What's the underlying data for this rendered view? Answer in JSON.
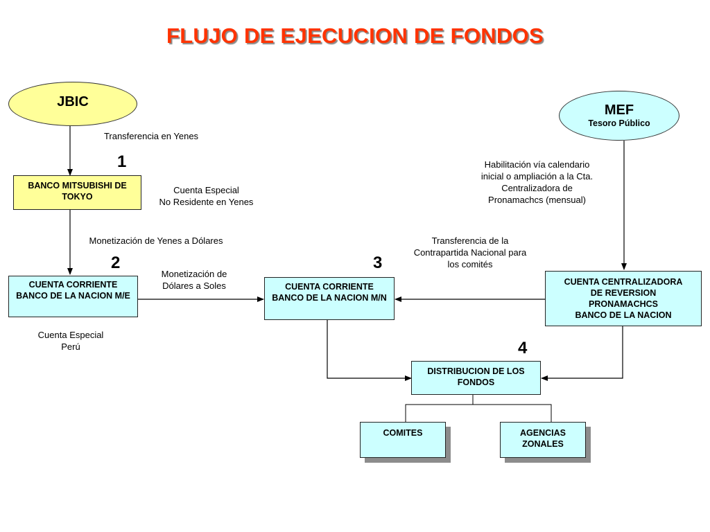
{
  "title": "FLUJO DE EJECUCION DE FONDOS",
  "nodes": {
    "jbic": "JBIC",
    "mef": "MEF",
    "mef_sub": "Tesoro Público",
    "mitsubishi": "BANCO MITSUBISHI DE TOKYO",
    "cc_me": "CUENTA CORRIENTE BANCO DE LA NACION M/E",
    "cc_mn": "CUENTA CORRIENTE BANCO DE LA NACION M/N",
    "centralizadora": [
      "CUENTA CENTRALIZADORA",
      "DE REVERSION",
      "PRONAMACHCS",
      "BANCO DE LA NACION"
    ],
    "distribucion": "DISTRIBUCION DE LOS FONDOS",
    "comites": "COMITES",
    "agencias": "AGENCIAS ZONALES"
  },
  "labels": {
    "transferencia_yenes": "Transferencia en Yenes",
    "cuenta_especial_yenes": [
      "Cuenta Especial",
      "No Residente en Yenes"
    ],
    "monetizacion_yenes": "Monetización de Yenes a Dólares",
    "monetizacion_dolares": [
      "Monetización de",
      "Dólares a Soles"
    ],
    "cuenta_especial_peru": [
      "Cuenta Especial",
      "Perú"
    ],
    "habilitacion": [
      "Habilitación vía calendario",
      "inicial o ampliación a la Cta.",
      "Centralizadora de",
      "Pronamachcs (mensual)"
    ],
    "transferencia_contrapartida": [
      "Transferencia de la",
      "Contrapartida  Nacional para",
      "los comités"
    ]
  },
  "steps": [
    "1",
    "2",
    "3",
    "4"
  ],
  "colors": {
    "title": "#ff3300",
    "jbic_fill": "#ffff99",
    "mef_fill": "#ccffff",
    "box_yellow": "#ffff99",
    "box_cyan": "#ccffff"
  }
}
